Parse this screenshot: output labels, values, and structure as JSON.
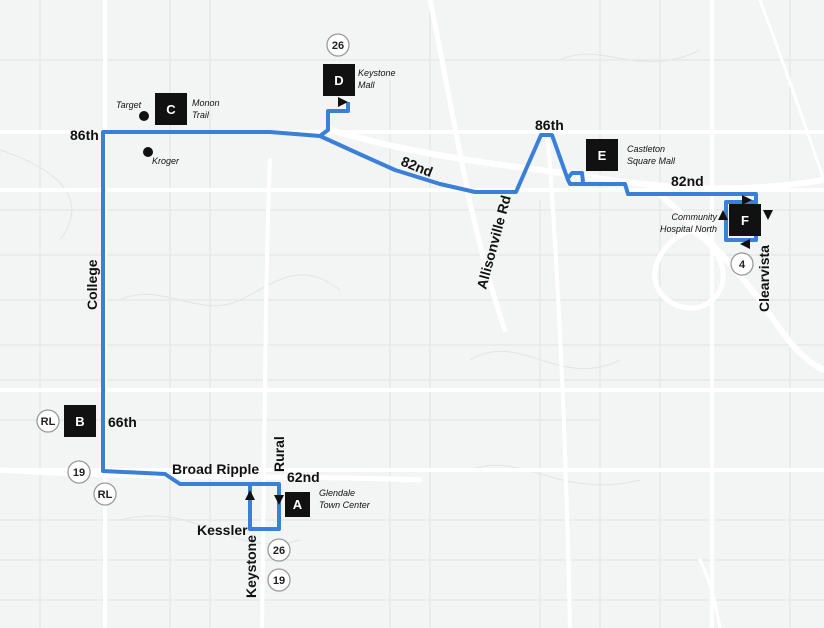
{
  "colors": {
    "route": "#3a7fd8",
    "background": "#f3f4f4",
    "road_major": "#ffffff",
    "road_minor": "#e2e5e5",
    "stop_box": "#111111",
    "badge_border": "#9a9a9a"
  },
  "stops": [
    {
      "letter": "A",
      "place": [
        "Glendale",
        "Town Center"
      ]
    },
    {
      "letter": "B",
      "place": []
    },
    {
      "letter": "C",
      "place": [
        "Monon",
        "Trail"
      ]
    },
    {
      "letter": "D",
      "place": [
        "Keystone",
        "Mall"
      ]
    },
    {
      "letter": "E",
      "place": [
        "Castleton",
        "Square Mall"
      ]
    },
    {
      "letter": "F",
      "place": [
        "Community",
        "Hospital North"
      ]
    }
  ],
  "streets": {
    "s86th_west": "86th",
    "s86th_east": "86th",
    "s82nd_center": "82nd",
    "s82nd_east": "82nd",
    "college": "College",
    "allisonville": "Allisonville Rd",
    "clearvista": "Clearvista",
    "s66th": "66th",
    "broad_ripple": "Broad Ripple",
    "rural": "Rural",
    "s62nd": "62nd",
    "kessler": "Kessler",
    "keystone": "Keystone"
  },
  "landmarks": {
    "target": "Target",
    "kroger": "Kroger"
  },
  "connecting_routes": {
    "near_d": "26",
    "near_b": "RL",
    "near_broad_ripple_1": "19",
    "near_broad_ripple_2": "RL",
    "near_a_1": "26",
    "near_a_2": "19",
    "near_f": "4"
  }
}
